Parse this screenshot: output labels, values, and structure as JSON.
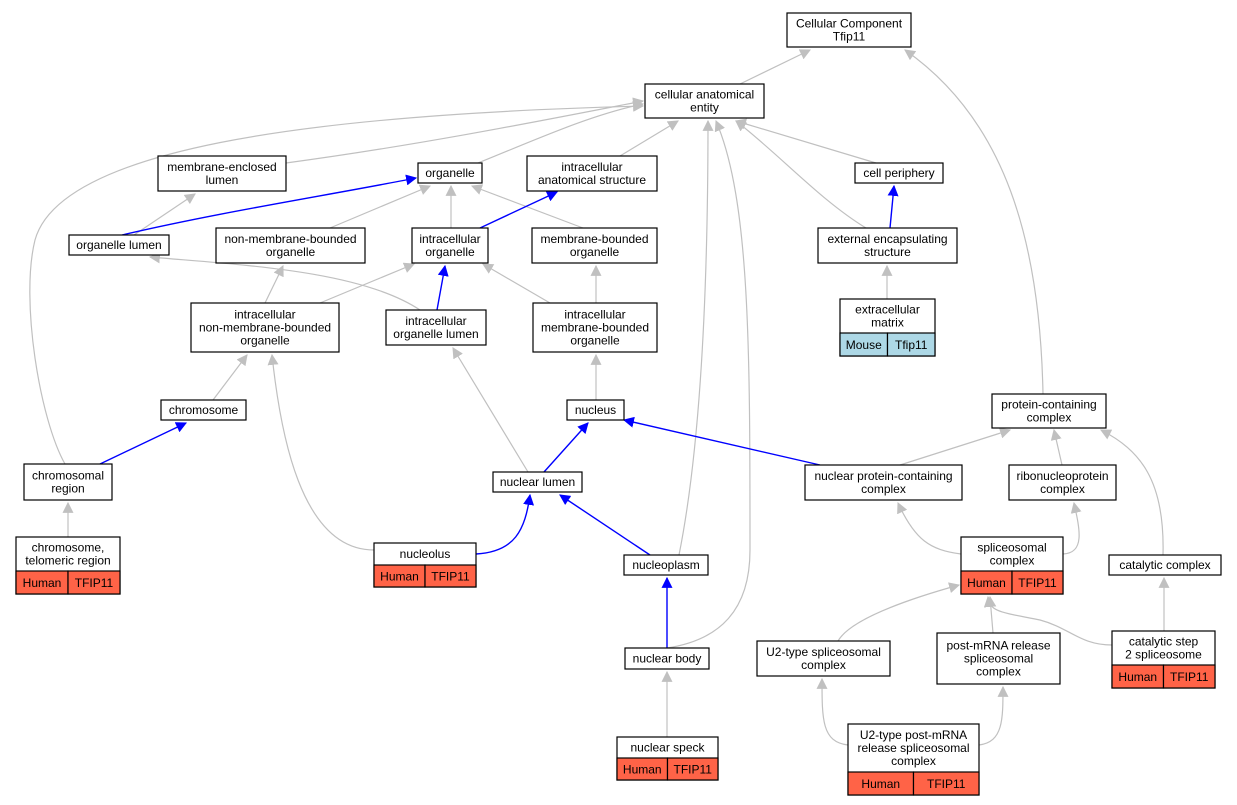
{
  "colors": {
    "edge_default": "#c0c0c0",
    "edge_highlight": "#0000ff",
    "node_border": "#000000",
    "node_fill": "#ffffff",
    "human_fill": "#ff6347",
    "mouse_fill": "#add8e6"
  },
  "nodes": [
    {
      "id": "cc",
      "lines": [
        "Cellular Component",
        "Tfip11"
      ]
    },
    {
      "id": "cae",
      "lines": [
        "cellular anatomical",
        "entity"
      ]
    },
    {
      "id": "mel",
      "lines": [
        "membrane-enclosed",
        "lumen"
      ]
    },
    {
      "id": "org",
      "lines": [
        "organelle"
      ]
    },
    {
      "id": "ias",
      "lines": [
        "intracellular",
        "anatomical structure"
      ]
    },
    {
      "id": "cp",
      "lines": [
        "cell periphery"
      ]
    },
    {
      "id": "ol",
      "lines": [
        "organelle lumen"
      ]
    },
    {
      "id": "nmbo",
      "lines": [
        "non-membrane-bounded",
        "organelle"
      ]
    },
    {
      "id": "io",
      "lines": [
        "intracellular",
        "organelle"
      ]
    },
    {
      "id": "mbo",
      "lines": [
        "membrane-bounded",
        "organelle"
      ]
    },
    {
      "id": "ees",
      "lines": [
        "external encapsulating",
        "structure"
      ]
    },
    {
      "id": "inmbo",
      "lines": [
        "intracellular",
        "non-membrane-bounded",
        "organelle"
      ]
    },
    {
      "id": "iol",
      "lines": [
        "intracellular",
        "organelle lumen"
      ]
    },
    {
      "id": "imbo",
      "lines": [
        "intracellular",
        "membrane-bounded",
        "organelle"
      ]
    },
    {
      "id": "ecm",
      "lines": [
        "extracellular",
        "matrix"
      ],
      "anno": [
        "Mouse",
        "Tfip11"
      ],
      "anno_type": "mouse"
    },
    {
      "id": "chr",
      "lines": [
        "chromosome"
      ]
    },
    {
      "id": "nuc",
      "lines": [
        "nucleus"
      ]
    },
    {
      "id": "pcc",
      "lines": [
        "protein-containing",
        "complex"
      ]
    },
    {
      "id": "chrr",
      "lines": [
        "chromosomal",
        "region"
      ]
    },
    {
      "id": "nl",
      "lines": [
        "nuclear lumen"
      ]
    },
    {
      "id": "npcc",
      "lines": [
        "nuclear protein-containing",
        "complex"
      ]
    },
    {
      "id": "rnp",
      "lines": [
        "ribonucleoprotein",
        "complex"
      ]
    },
    {
      "id": "ctr",
      "lines": [
        "chromosome,",
        "telomeric region"
      ],
      "anno": [
        "Human",
        "TFIP11"
      ],
      "anno_type": "human"
    },
    {
      "id": "nlo",
      "lines": [
        "nucleolus"
      ],
      "anno": [
        "Human",
        "TFIP11"
      ],
      "anno_type": "human"
    },
    {
      "id": "npl",
      "lines": [
        "nucleoplasm"
      ]
    },
    {
      "id": "spc",
      "lines": [
        "spliceosomal",
        "complex"
      ],
      "anno": [
        "Human",
        "TFIP11"
      ],
      "anno_type": "human"
    },
    {
      "id": "cat",
      "lines": [
        "catalytic complex"
      ]
    },
    {
      "id": "nb",
      "lines": [
        "nuclear body"
      ]
    },
    {
      "id": "u2",
      "lines": [
        "U2-type spliceosomal",
        "complex"
      ]
    },
    {
      "id": "pmr",
      "lines": [
        "post-mRNA release",
        "spliceosomal",
        "complex"
      ]
    },
    {
      "id": "cs2",
      "lines": [
        "catalytic step",
        "2 spliceosome"
      ],
      "anno": [
        "Human",
        "TFIP11"
      ],
      "anno_type": "human"
    },
    {
      "id": "ns",
      "lines": [
        "nuclear speck"
      ],
      "anno": [
        "Human",
        "TFIP11"
      ],
      "anno_type": "human"
    },
    {
      "id": "u2pmr",
      "lines": [
        "U2-type post-mRNA",
        "release spliceosomal",
        "complex"
      ],
      "anno": [
        "Human",
        "TFIP11"
      ],
      "anno_type": "human"
    }
  ],
  "edges": [
    {
      "from": "cae",
      "to": "cc"
    },
    {
      "from": "pcc",
      "to": "cc"
    },
    {
      "from": "mel",
      "to": "cae"
    },
    {
      "from": "org",
      "to": "cae"
    },
    {
      "from": "ias",
      "to": "cae"
    },
    {
      "from": "cp",
      "to": "cae"
    },
    {
      "from": "ees",
      "to": "cae"
    },
    {
      "from": "chrr",
      "to": "cae"
    },
    {
      "from": "npl",
      "to": "cae"
    },
    {
      "from": "nb",
      "to": "cae"
    },
    {
      "from": "ol",
      "to": "mel"
    },
    {
      "from": "ol",
      "to": "org",
      "highlight": true
    },
    {
      "from": "nmbo",
      "to": "org"
    },
    {
      "from": "io",
      "to": "org"
    },
    {
      "from": "mbo",
      "to": "org"
    },
    {
      "from": "io",
      "to": "ias",
      "highlight": true
    },
    {
      "from": "ees",
      "to": "cp",
      "highlight": true
    },
    {
      "from": "iol",
      "to": "ol"
    },
    {
      "from": "inmbo",
      "to": "nmbo"
    },
    {
      "from": "inmbo",
      "to": "io"
    },
    {
      "from": "iol",
      "to": "io",
      "highlight": true
    },
    {
      "from": "imbo",
      "to": "io"
    },
    {
      "from": "imbo",
      "to": "mbo"
    },
    {
      "from": "ecm",
      "to": "ees"
    },
    {
      "from": "chr",
      "to": "inmbo"
    },
    {
      "from": "nlo",
      "to": "inmbo"
    },
    {
      "from": "nl",
      "to": "iol"
    },
    {
      "from": "nuc",
      "to": "imbo"
    },
    {
      "from": "chrr",
      "to": "chr",
      "highlight": true
    },
    {
      "from": "nl",
      "to": "nuc",
      "highlight": true
    },
    {
      "from": "npcc",
      "to": "nuc",
      "highlight": true
    },
    {
      "from": "npcc",
      "to": "pcc"
    },
    {
      "from": "rnp",
      "to": "pcc"
    },
    {
      "from": "cat",
      "to": "pcc"
    },
    {
      "from": "ctr",
      "to": "chrr"
    },
    {
      "from": "nlo",
      "to": "nl",
      "highlight": true
    },
    {
      "from": "npl",
      "to": "nl",
      "highlight": true
    },
    {
      "from": "spc",
      "to": "npcc"
    },
    {
      "from": "spc",
      "to": "rnp"
    },
    {
      "from": "cs2",
      "to": "cat"
    },
    {
      "from": "nb",
      "to": "npl",
      "highlight": true
    },
    {
      "from": "u2",
      "to": "spc"
    },
    {
      "from": "pmr",
      "to": "spc"
    },
    {
      "from": "cs2",
      "to": "spc"
    },
    {
      "from": "ns",
      "to": "nb"
    },
    {
      "from": "u2pmr",
      "to": "u2"
    },
    {
      "from": "u2pmr",
      "to": "pmr"
    }
  ]
}
